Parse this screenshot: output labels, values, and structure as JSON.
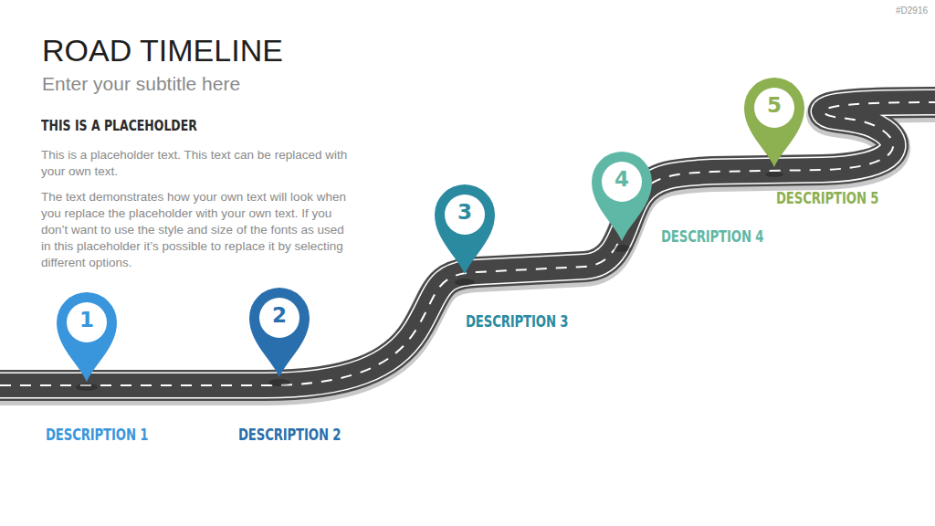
{
  "diagram": {
    "title": "ROAD TIMELINE",
    "nodes": [
      {
        "text": [
          "1"
        ]
      },
      {
        "text": [
          "2"
        ]
      },
      {
        "text": [
          "3"
        ]
      },
      {
        "text": [
          "4"
        ]
      },
      {
        "text": [
          "5"
        ]
      }
    ],
    "labels": [
      "Enter your subtitle here",
      "#D2916",
      "THIS IS A PLACEHOLDER",
      "This is a placeholder text. This text can be replaced with your own text.",
      "The text demonstrates how your own text will look when you replace the placeholder with your own text. If you don’t want to use the style and size of the fonts as used in this placeholder it’s possible to replace it by selecting different options.",
      "DESCRIPTION 1",
      "DESCRIPTION 2",
      "DESCRIPTION 3",
      "DESCRIPTION 4",
      "DESCRIPTION 5"
    ]
  }
}
